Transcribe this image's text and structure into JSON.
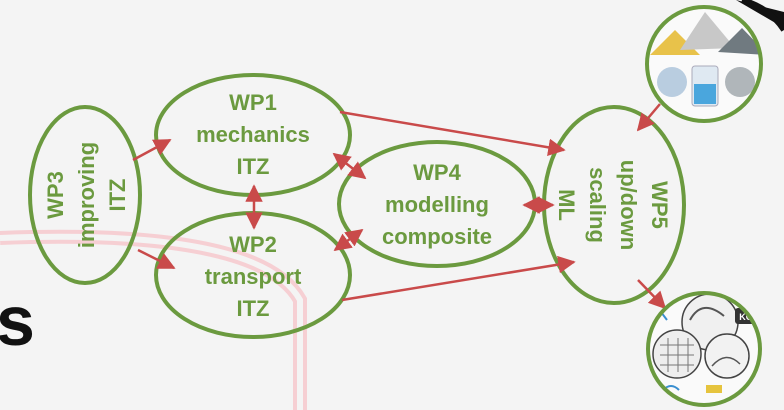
{
  "colors": {
    "ellipse_stroke": "#6b9a3f",
    "text": "#6b9a3f",
    "arrow": "#c94a4a",
    "background": "#f4f4f4",
    "pink_stroke": "#f3b9be"
  },
  "nodes": {
    "wp1": {
      "lines": [
        "WP1",
        "mechanics",
        "ITZ"
      ]
    },
    "wp2": {
      "lines": [
        "WP2",
        "transport",
        "ITZ"
      ]
    },
    "wp3": {
      "lines": [
        "WP3",
        "improving",
        "ITZ"
      ]
    },
    "wp4": {
      "lines": [
        "WP4",
        "modelling",
        "composite"
      ]
    },
    "wp5": {
      "lines": [
        "WP5",
        "up/down",
        "scaling",
        "ML"
      ]
    }
  },
  "icons": {
    "materials": "materials-icon",
    "structures": "structures-icon",
    "weight_label": "KG"
  },
  "edge_glyph": "s"
}
